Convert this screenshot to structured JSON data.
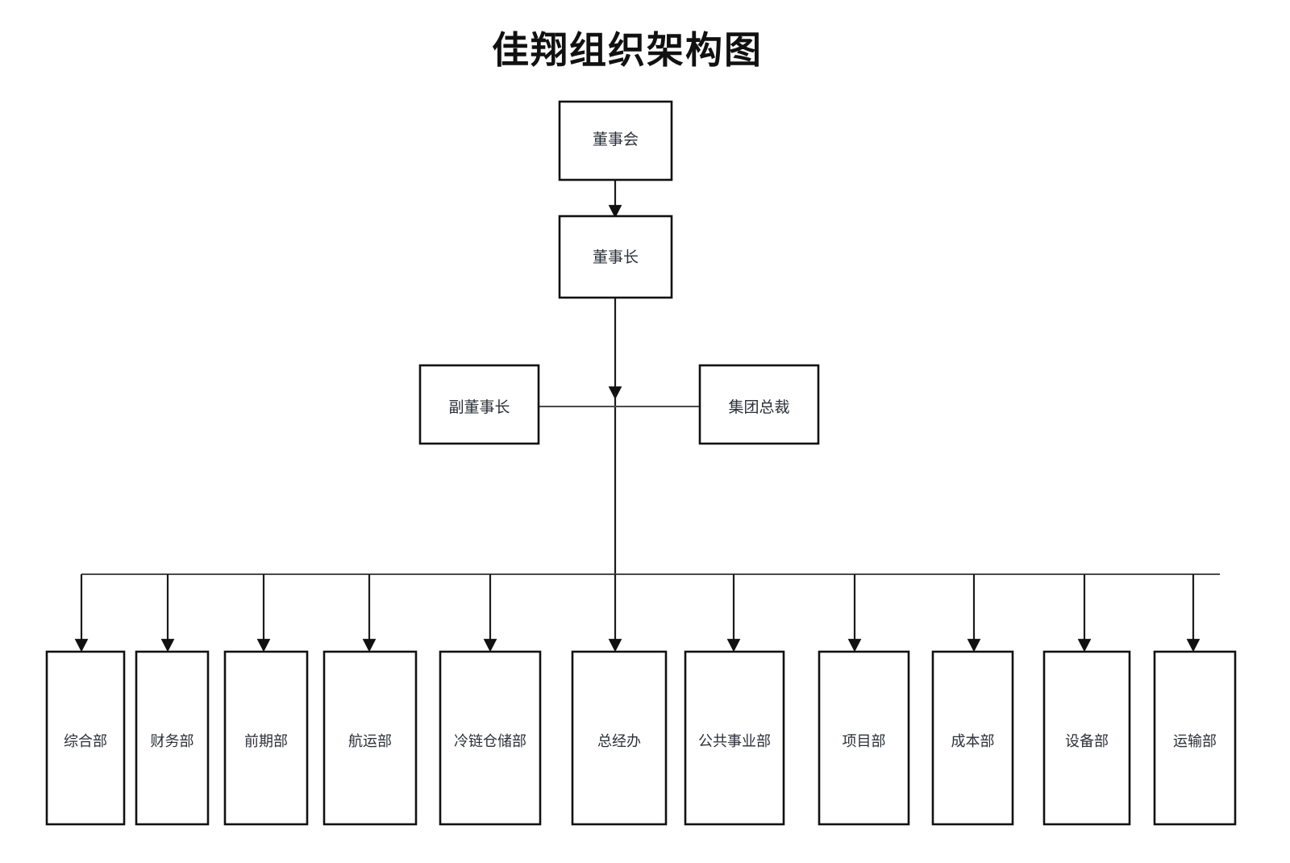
{
  "document": {
    "title": "佳翔组织架构图",
    "background_color": "#ffffff",
    "line_color": "#111111",
    "text_color": "#2b3038"
  },
  "chart_data": {
    "type": "diagram",
    "diagram_kind": "organization-chart",
    "title": "佳翔组织架构图",
    "levels": [
      {
        "level": 1,
        "nodes": [
          {
            "id": "board",
            "label": "董事会"
          }
        ]
      },
      {
        "level": 2,
        "nodes": [
          {
            "id": "chairman",
            "label": "董事长"
          }
        ]
      },
      {
        "level": 3,
        "nodes": [
          {
            "id": "vice-chairman",
            "label": "副董事长"
          },
          {
            "id": "group-president",
            "label": "集团总裁"
          }
        ]
      },
      {
        "level": 4,
        "nodes": [
          {
            "id": "dept-1",
            "label": "综合部"
          },
          {
            "id": "dept-2",
            "label": "财务部"
          },
          {
            "id": "dept-3",
            "label": "前期部"
          },
          {
            "id": "dept-4",
            "label": "航运部"
          },
          {
            "id": "dept-5",
            "label": "冷链仓储部"
          },
          {
            "id": "dept-6",
            "label": "总经办"
          },
          {
            "id": "dept-7",
            "label": "公共事业部"
          },
          {
            "id": "dept-8",
            "label": "项目部"
          },
          {
            "id": "dept-9",
            "label": "成本部"
          },
          {
            "id": "dept-10",
            "label": "设备部"
          },
          {
            "id": "dept-11",
            "label": "运输部"
          }
        ]
      }
    ],
    "edges": [
      {
        "from": "board",
        "to": "chairman",
        "arrow": true
      },
      {
        "from": "chairman",
        "to": "trunk",
        "arrow": true
      },
      {
        "from": "vice-chairman",
        "to": "trunk",
        "arrow": false
      },
      {
        "from": "group-president",
        "to": "trunk",
        "arrow": false
      },
      {
        "from": "trunk",
        "to": "dept-1",
        "arrow": true
      },
      {
        "from": "trunk",
        "to": "dept-2",
        "arrow": true
      },
      {
        "from": "trunk",
        "to": "dept-3",
        "arrow": true
      },
      {
        "from": "trunk",
        "to": "dept-4",
        "arrow": true
      },
      {
        "from": "trunk",
        "to": "dept-5",
        "arrow": true
      },
      {
        "from": "trunk",
        "to": "dept-6",
        "arrow": true
      },
      {
        "from": "trunk",
        "to": "dept-7",
        "arrow": true
      },
      {
        "from": "trunk",
        "to": "dept-8",
        "arrow": true
      },
      {
        "from": "trunk",
        "to": "dept-9",
        "arrow": true
      },
      {
        "from": "trunk",
        "to": "dept-10",
        "arrow": true
      },
      {
        "from": "trunk",
        "to": "dept-11",
        "arrow": true
      }
    ]
  },
  "nodes": {
    "board": {
      "label": "董事会"
    },
    "chairman": {
      "label": "董事长"
    },
    "vice_chairman": {
      "label": "副董事长"
    },
    "group_president": {
      "label": "集团总裁"
    },
    "departments": [
      {
        "label": "综合部"
      },
      {
        "label": "财务部"
      },
      {
        "label": "前期部"
      },
      {
        "label": "航运部"
      },
      {
        "label": "冷链仓储部"
      },
      {
        "label": "总经办"
      },
      {
        "label": "公共事业部"
      },
      {
        "label": "项目部"
      },
      {
        "label": "成本部"
      },
      {
        "label": "设备部"
      },
      {
        "label": "运输部"
      }
    ]
  }
}
